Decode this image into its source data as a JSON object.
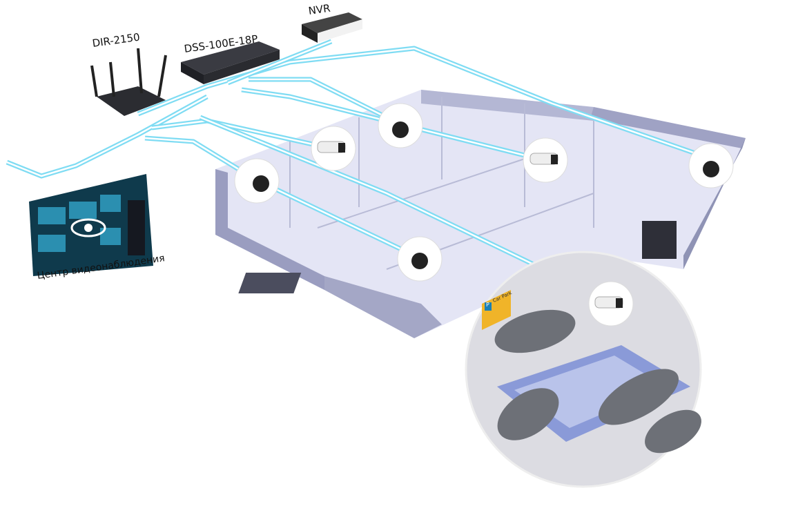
{
  "labels": {
    "router": "DIR-2150",
    "switch": "DSS-100E-18P",
    "nvr": "NVR",
    "monitoring_center": "Центр видеонаблюдения",
    "car_park_sign": "Car Park",
    "parking_symbol": "P"
  },
  "colors": {
    "cable": "#7fdcf3",
    "floor": "#dfe0f3",
    "wall": "#8f93b5",
    "sign": "#f0b429",
    "car": "#6d7077"
  }
}
